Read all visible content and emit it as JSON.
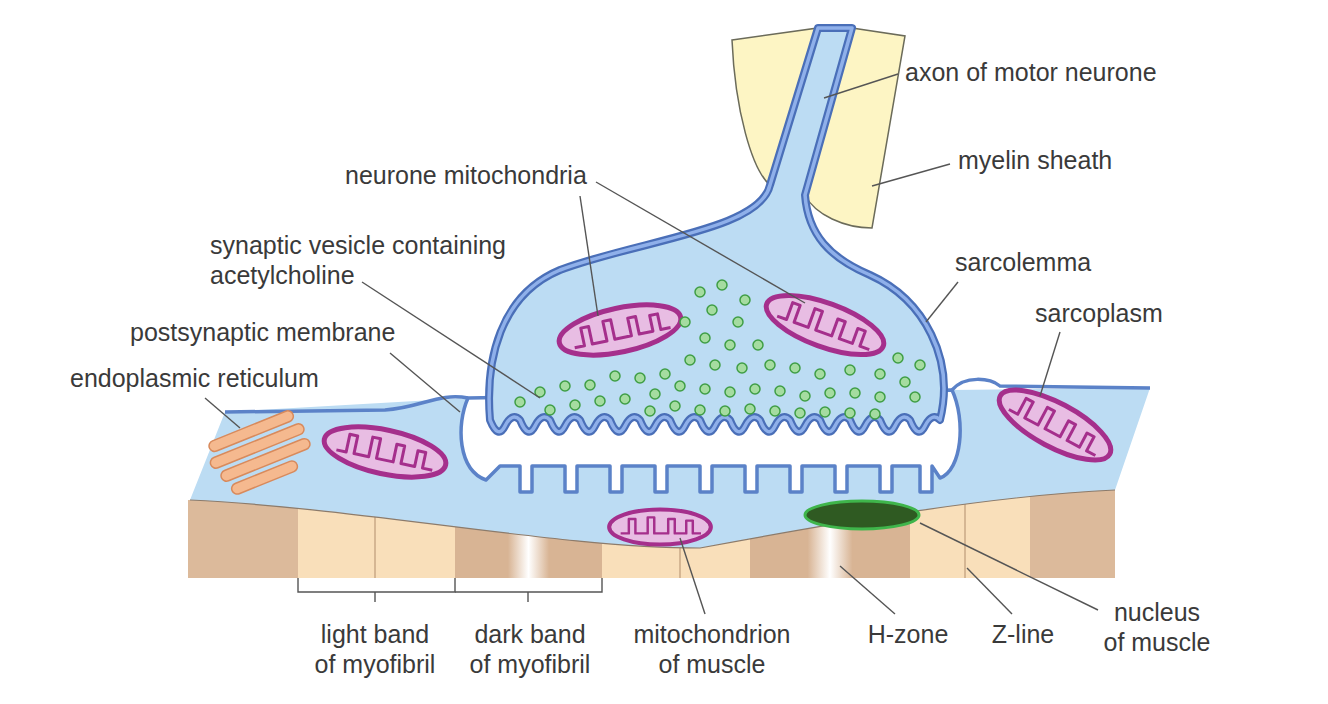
{
  "diagram": {
    "labels": [
      "axon of motor neurone",
      "myelin sheath",
      "neurone mitochondria",
      "synaptic vesicle containing acetylcholine",
      "sarcolemma",
      "sarcoplasm",
      "postsynaptic membrane",
      "endoplasmic reticulum",
      "light band of myofibril",
      "dark band of myofibril",
      "mitochondrion of muscle",
      "H-zone",
      "Z-line",
      "nucleus of muscle"
    ]
  }
}
